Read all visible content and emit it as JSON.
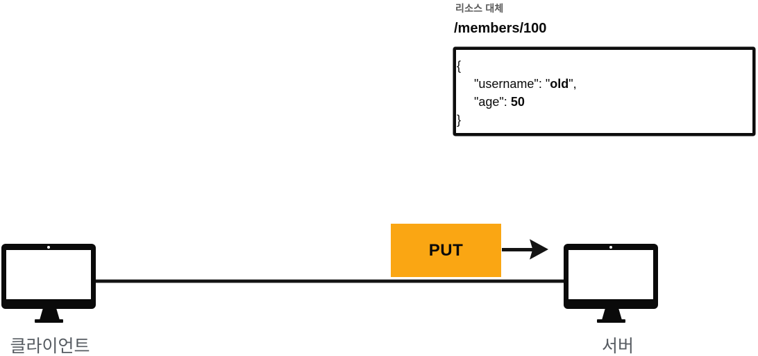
{
  "diagram": {
    "annotation": {
      "label": "리소스 대체",
      "path": "/members/100",
      "code": {
        "line1": "{",
        "line2_pre": "\"username\": \"",
        "line2_bold": "old",
        "line2_post": "\",",
        "line3_pre": "\"age\": ",
        "line3_bold": "50",
        "line4": "}"
      }
    },
    "message": {
      "method": "PUT"
    },
    "client": {
      "label": "클라이언트"
    },
    "server": {
      "label": "서버"
    },
    "colors": {
      "method_box": "#faa613",
      "node_label": "#565b61",
      "annotation_label": "#595959",
      "ink": "#0d0d0d"
    }
  }
}
